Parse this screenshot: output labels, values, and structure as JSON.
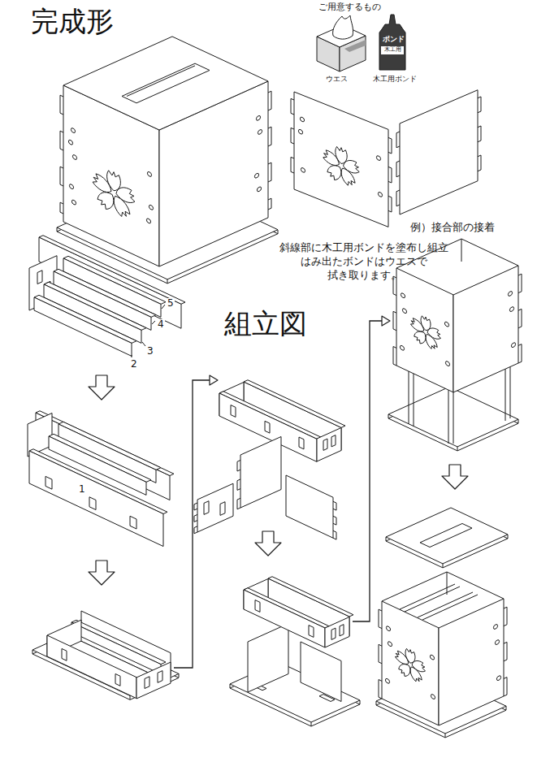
{
  "diagram": {
    "title": "完成形",
    "labels": [
      "ご用意するもの",
      "ウエス",
      "ボンド",
      "木工用",
      "木工用ボンド",
      "例）接合部の接着",
      "斜線部に木工用ボンドを塗布し組立 はみ出たボンドはウエスで 拭き取ります。",
      "組立図",
      "2",
      "3",
      "4",
      "5",
      "1"
    ]
  }
}
